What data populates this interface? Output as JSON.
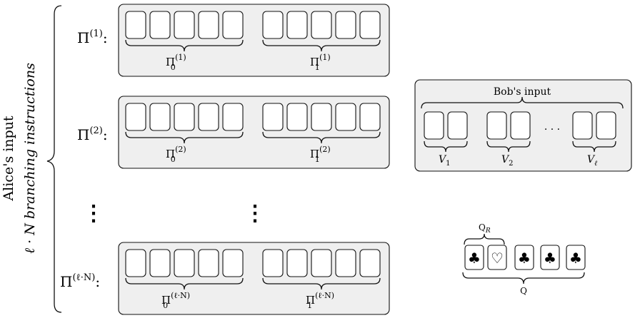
{
  "side_label": {
    "line1": "Alice's input",
    "line2": "ℓ · N branching instructions"
  },
  "rows": [
    {
      "label_base": "Π",
      "label_sup": "(1)",
      "label_colon": ":",
      "left": {
        "base": "Π",
        "sub": "0",
        "sup": "(1)"
      },
      "right": {
        "base": "Π",
        "sub": "1",
        "sup": "(1)"
      }
    },
    {
      "label_base": "Π",
      "label_sup": "(2)",
      "label_colon": ":",
      "left": {
        "base": "Π",
        "sub": "0",
        "sup": "(2)"
      },
      "right": {
        "base": "Π",
        "sub": "1",
        "sup": "(2)"
      }
    },
    {
      "label_base": "Π",
      "label_sup": "(ℓ·N)",
      "label_colon": ":",
      "left": {
        "base": "Π",
        "sub": "0",
        "sup": "(ℓ·N)"
      },
      "right": {
        "base": "Π",
        "sub": "1",
        "sup": "(ℓ·N)"
      }
    }
  ],
  "vdots": "⋮",
  "bob": {
    "title": "Bob's input",
    "groups": [
      {
        "base": "V",
        "sub": "1"
      },
      {
        "base": "V",
        "sub": "2"
      },
      {
        "base": "V",
        "sub": "ℓ"
      }
    ],
    "ellipsis": "· · ·"
  },
  "q": {
    "top_label_base": "Q",
    "top_label_sub": "R",
    "bottom_label": "Q",
    "cards": [
      "club-icon",
      "heart-icon",
      "club-icon",
      "club-icon",
      "club-icon"
    ],
    "glyphs": {
      "club-icon": "♣",
      "heart-icon": "♡"
    }
  }
}
